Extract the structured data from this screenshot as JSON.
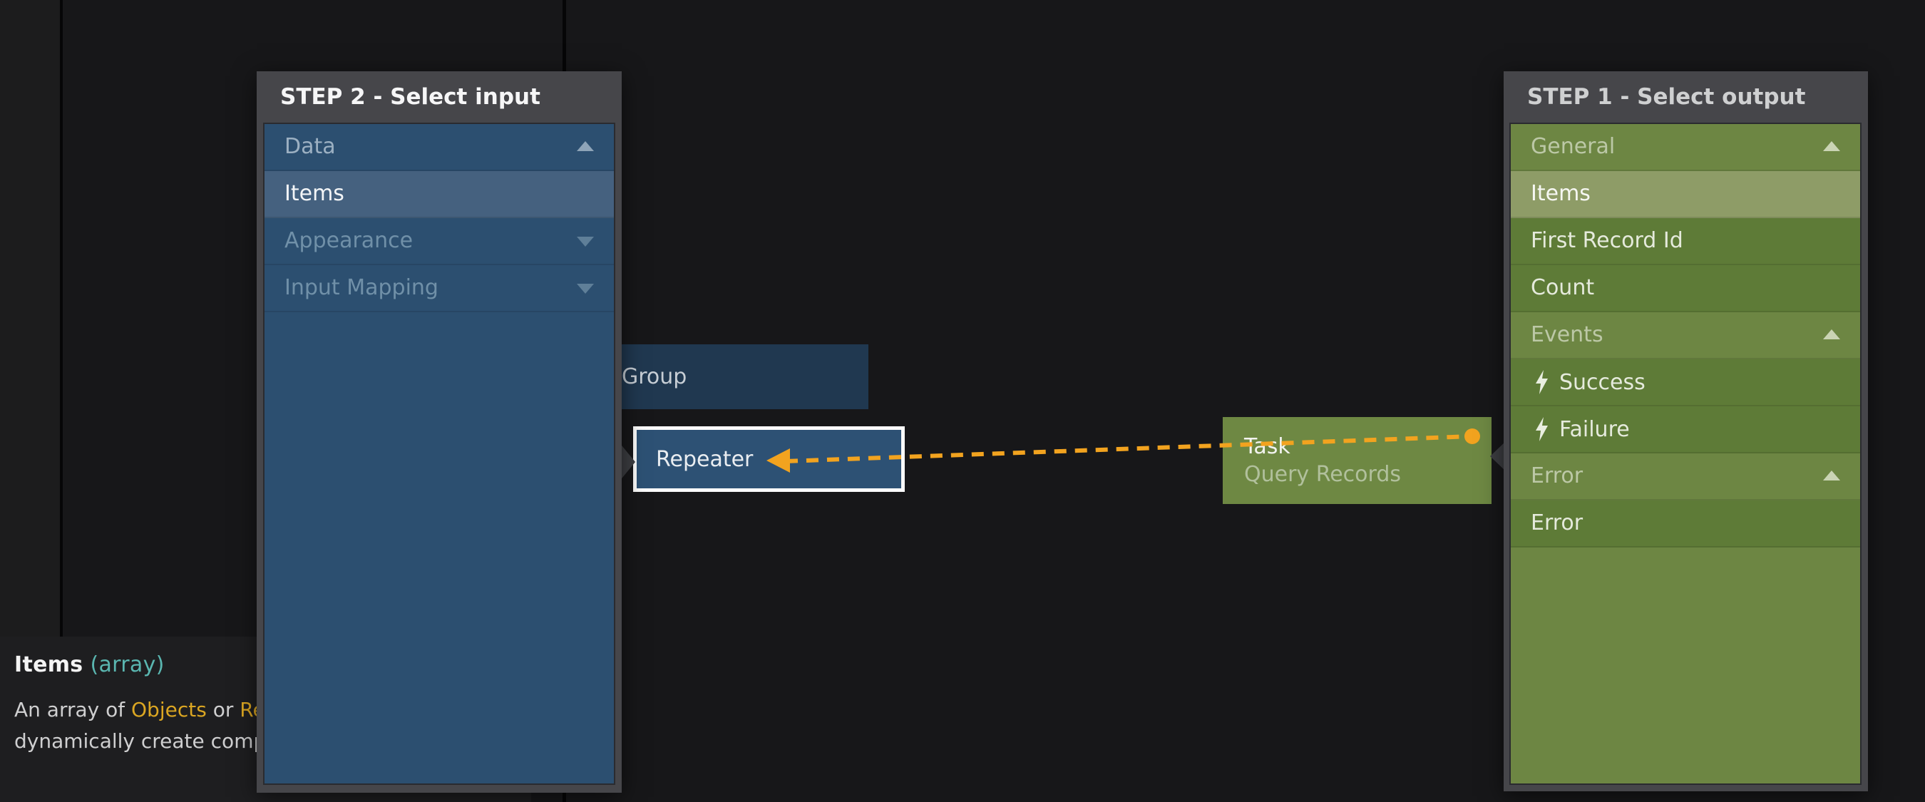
{
  "colors": {
    "accent_orange": "#f2a31f",
    "type_teal": "#5ab6b0",
    "panel_frame_gray": "#46464a",
    "blue_body": "#2c4f70",
    "blue_selected": "#45617f",
    "green_body": "#6d8643",
    "green_item": "#5e7b37",
    "green_selected": "#8e9c67"
  },
  "step2_panel": {
    "title": "STEP 2 - Select input",
    "rows": [
      {
        "label": "Data",
        "type": "category",
        "state": "expanded"
      },
      {
        "label": "Items",
        "type": "item",
        "selected": true
      },
      {
        "label": "Appearance",
        "type": "category",
        "state": "collapsed"
      },
      {
        "label": "Input Mapping",
        "type": "category",
        "state": "collapsed"
      }
    ]
  },
  "step1_panel": {
    "title": "STEP 1 - Select output",
    "rows": [
      {
        "label": "General",
        "type": "category",
        "state": "expanded"
      },
      {
        "label": "Items",
        "type": "item",
        "selected": true
      },
      {
        "label": "First Record Id",
        "type": "item"
      },
      {
        "label": "Count",
        "type": "item"
      },
      {
        "label": "Events",
        "type": "category",
        "state": "expanded"
      },
      {
        "label": "Success",
        "type": "item",
        "icon": "lightning-icon"
      },
      {
        "label": "Failure",
        "type": "item",
        "icon": "lightning-icon"
      },
      {
        "label": "Error",
        "type": "category",
        "state": "expanded"
      },
      {
        "label": "Error",
        "type": "item"
      }
    ]
  },
  "nodes": {
    "group": {
      "label": "Group"
    },
    "repeater": {
      "label": "Repeater",
      "selected": true
    },
    "task": {
      "label": "Task",
      "sublabel": "Query Records"
    }
  },
  "connection": {
    "from": "task-output",
    "to": "repeater-input",
    "style": "dashed-orange"
  },
  "tooltip": {
    "title": "Items",
    "type_label": "(array)",
    "line1": [
      {
        "text": "An array of "
      },
      {
        "text": "Objects",
        "highlight": true
      },
      {
        "text": " or "
      },
      {
        "text": "Re",
        "highlight": true
      }
    ],
    "line2": "dynamically create comp"
  }
}
